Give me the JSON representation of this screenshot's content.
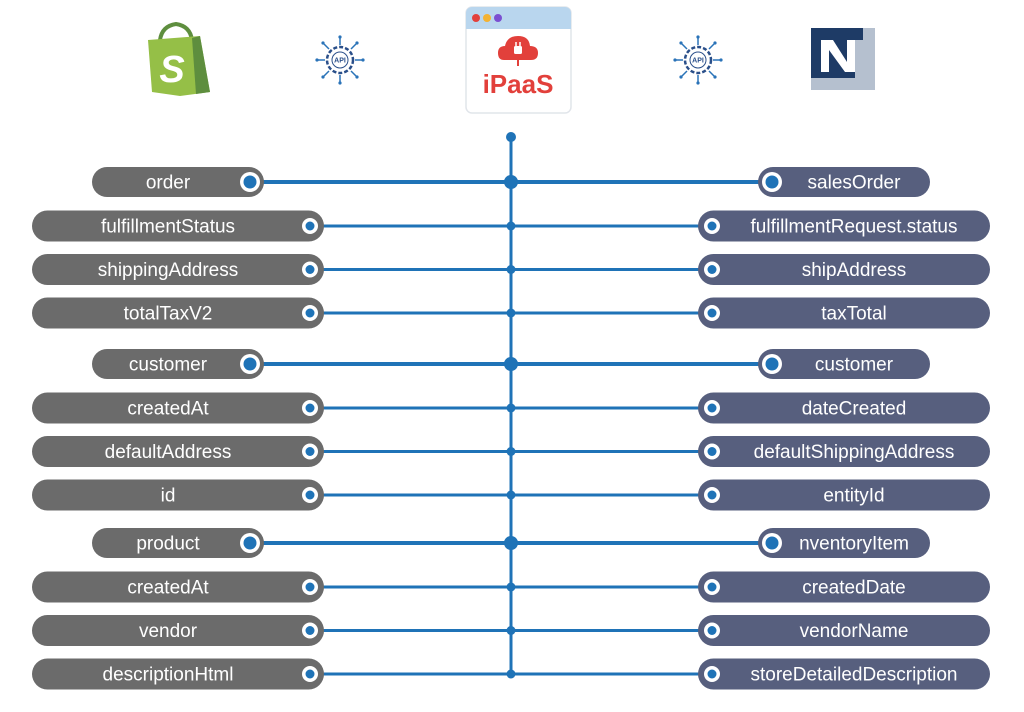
{
  "header": {
    "ipaas_label": "iPaaS",
    "api_left_label": "API",
    "api_right_label": "API",
    "left_logo_icon": "shopify-bag-icon",
    "right_logo_icon": "netsuite-n-icon"
  },
  "colors": {
    "connector": "#1f73b7",
    "left_pill": "#6b6b6b",
    "right_pill": "#575f7e",
    "ipaas_red": "#e2403b",
    "shopify_green": "#95bf47",
    "netsuite_navy": "#1e3b66",
    "netsuite_light": "#b5c0cf"
  },
  "groups": [
    {
      "parent": {
        "left": "order",
        "right": "salesOrder"
      },
      "children": [
        {
          "left": "fulfillmentStatus",
          "right": "fulfillmentRequest.status"
        },
        {
          "left": "shippingAddress",
          "right": "shipAddress"
        },
        {
          "left": "totalTaxV2",
          "right": "taxTotal"
        }
      ]
    },
    {
      "parent": {
        "left": "customer",
        "right": "customer"
      },
      "children": [
        {
          "left": "createdAt",
          "right": "dateCreated"
        },
        {
          "left": "defaultAddress",
          "right": "defaultShippingAddress"
        },
        {
          "left": "id",
          "right": "entityId"
        }
      ]
    },
    {
      "parent": {
        "left": "product",
        "right": "nventoryItem"
      },
      "children": [
        {
          "left": "createdAt",
          "right": "createdDate"
        },
        {
          "left": "vendor",
          "right": "vendorName"
        },
        {
          "left": "descriptionHtml",
          "right": "storeDetailedDescription"
        }
      ]
    }
  ]
}
